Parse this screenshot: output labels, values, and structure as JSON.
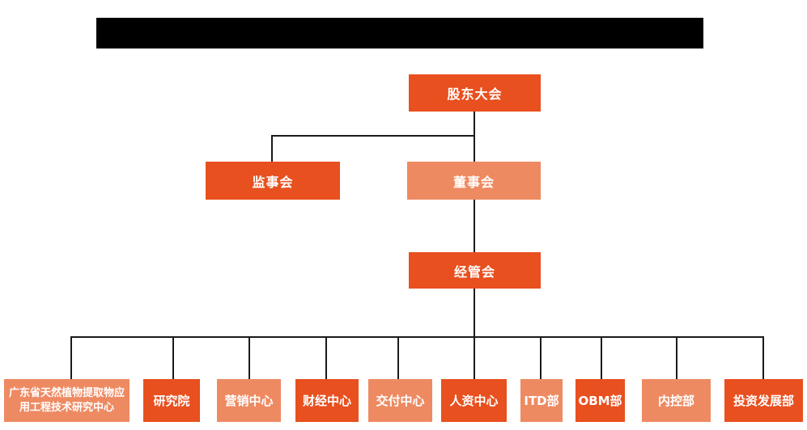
{
  "colors": {
    "primary_orange": "#e8501f",
    "light_orange": "#ee8a62",
    "line": "#1a1a1a",
    "node_text": "#ffffff",
    "redaction": "#000000",
    "background": "#ffffff"
  },
  "org_chart": {
    "title_bar": {
      "redacted": true,
      "text": ""
    },
    "root": {
      "label": "股东大会",
      "tone": "dark"
    },
    "level2": {
      "supervisory": {
        "label": "监事会",
        "tone": "dark"
      },
      "board": {
        "label": "董事会",
        "tone": "light"
      }
    },
    "level3": {
      "management": {
        "label": "经管会",
        "tone": "dark"
      }
    },
    "departments": [
      {
        "label": "广东省天然植物提取物应用工程技术研究中心",
        "tone": "light"
      },
      {
        "label": "研究院",
        "tone": "dark"
      },
      {
        "label": "营销中心",
        "tone": "light"
      },
      {
        "label": "财经中心",
        "tone": "dark"
      },
      {
        "label": "交付中心",
        "tone": "light"
      },
      {
        "label": "人资中心",
        "tone": "dark"
      },
      {
        "label": "ITD部",
        "tone": "light"
      },
      {
        "label": "OBM部",
        "tone": "dark"
      },
      {
        "label": "内控部",
        "tone": "light"
      },
      {
        "label": "投资发展部",
        "tone": "dark"
      }
    ]
  }
}
